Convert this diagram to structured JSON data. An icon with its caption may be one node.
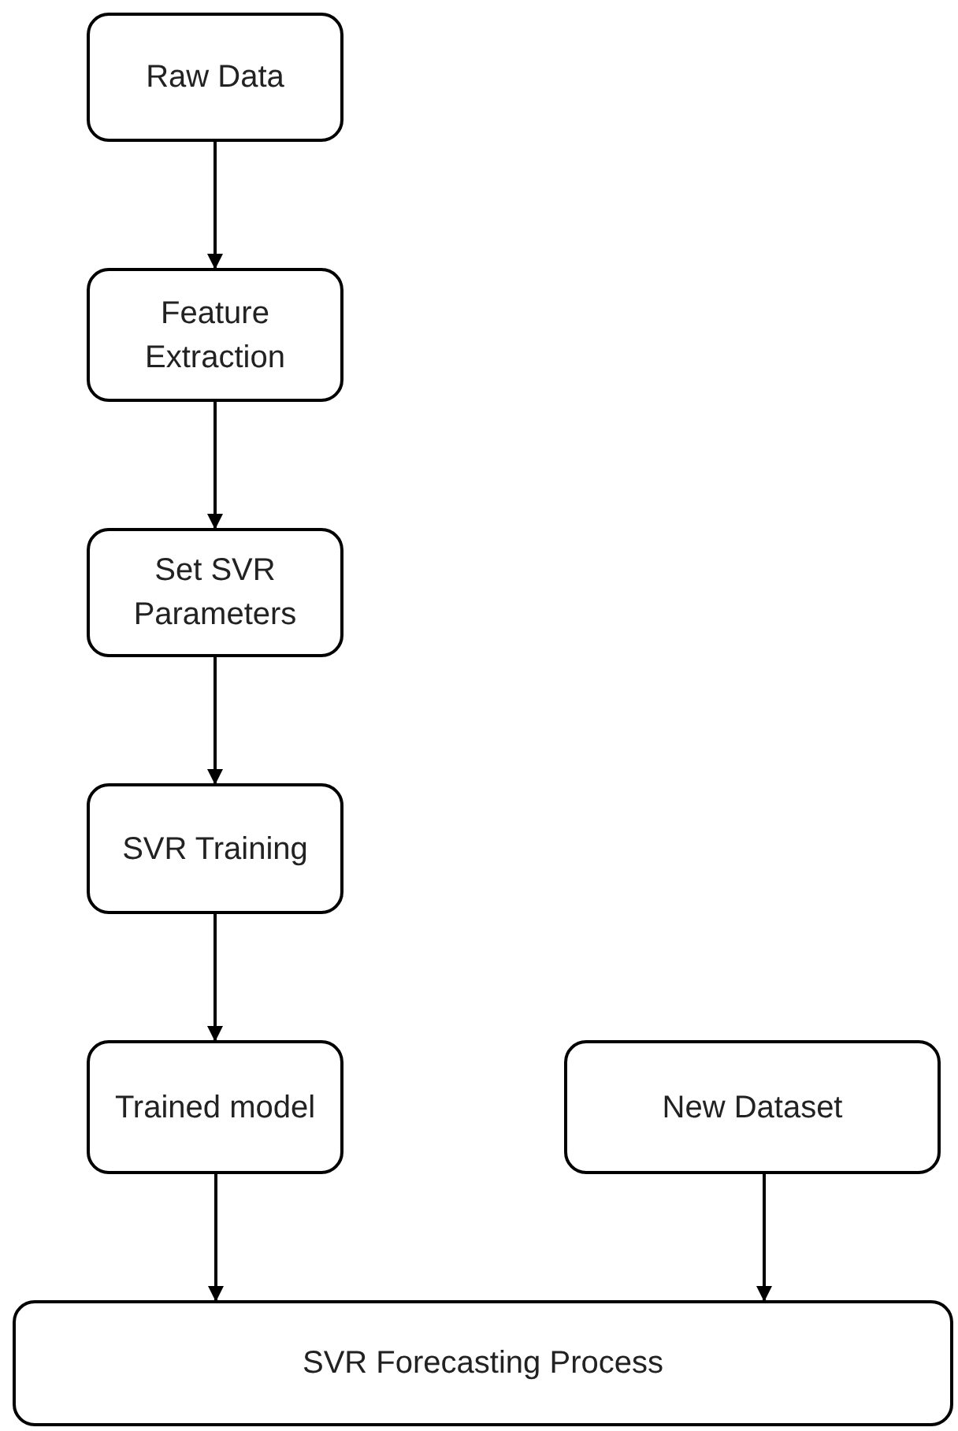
{
  "diagram": {
    "nodes": [
      {
        "text": [
          "Raw Data"
        ]
      },
      {
        "text": [
          "Feature Extraction"
        ]
      },
      {
        "text": [
          "Set SVR Parameters"
        ]
      },
      {
        "text": [
          "SVR Training"
        ]
      },
      {
        "text": [
          "Trained model"
        ]
      },
      {
        "text": [
          "New Dataset"
        ]
      },
      {
        "text": [
          "SVR Forecasting Process"
        ]
      }
    ],
    "edges": [
      {
        "from": 0,
        "to": 1,
        "arrow": "to"
      },
      {
        "from": 1,
        "to": 2,
        "arrow": "to"
      },
      {
        "from": 2,
        "to": 3,
        "arrow": "to"
      },
      {
        "from": 3,
        "to": 4,
        "arrow": "to"
      },
      {
        "from": 4,
        "to": 6,
        "arrow": "to"
      },
      {
        "from": 5,
        "to": 6,
        "arrow": "to"
      }
    ]
  }
}
